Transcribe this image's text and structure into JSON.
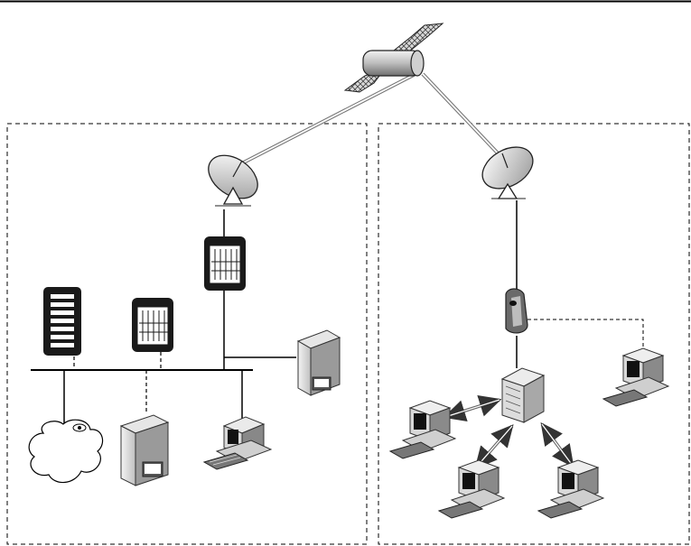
{
  "diagram": {
    "nodes": [
      {
        "id": "satellite",
        "kind": "satellite",
        "icon": "satellite-icon"
      },
      {
        "id": "dish-left",
        "kind": "satellite-dish",
        "icon": "satellite-dish-icon"
      },
      {
        "id": "dish-right",
        "kind": "satellite-dish",
        "icon": "satellite-dish-icon"
      },
      {
        "id": "router-left",
        "kind": "router",
        "icon": "router-icon"
      },
      {
        "id": "server-rack-left",
        "kind": "server-rack",
        "icon": "server-rack-icon"
      },
      {
        "id": "router-middle",
        "kind": "router",
        "icon": "router-icon"
      },
      {
        "id": "server-tower-right",
        "kind": "server",
        "icon": "server-icon"
      },
      {
        "id": "internet-cloud",
        "kind": "cloud",
        "icon": "cloud-icon"
      },
      {
        "id": "server-bottom",
        "kind": "server",
        "icon": "server-icon"
      },
      {
        "id": "workstation-left",
        "kind": "workstation",
        "icon": "workstation-icon"
      },
      {
        "id": "modem",
        "kind": "modem",
        "icon": "modem-icon"
      },
      {
        "id": "central-server",
        "kind": "server",
        "icon": "server-icon"
      },
      {
        "id": "pc-right",
        "kind": "pc",
        "icon": "pc-icon"
      },
      {
        "id": "pc-left",
        "kind": "pc",
        "icon": "pc-icon"
      },
      {
        "id": "pc-bottom-left",
        "kind": "pc",
        "icon": "pc-icon"
      },
      {
        "id": "pc-bottom-right",
        "kind": "pc",
        "icon": "pc-icon"
      }
    ],
    "regions": [
      {
        "id": "left-site",
        "style": "dashed"
      },
      {
        "id": "right-site",
        "style": "dashed"
      }
    ],
    "colors": {
      "stroke": "#000000",
      "device_dark": "#1a1a1a",
      "device_light": "#e8e8e8",
      "link": "#888888"
    }
  }
}
